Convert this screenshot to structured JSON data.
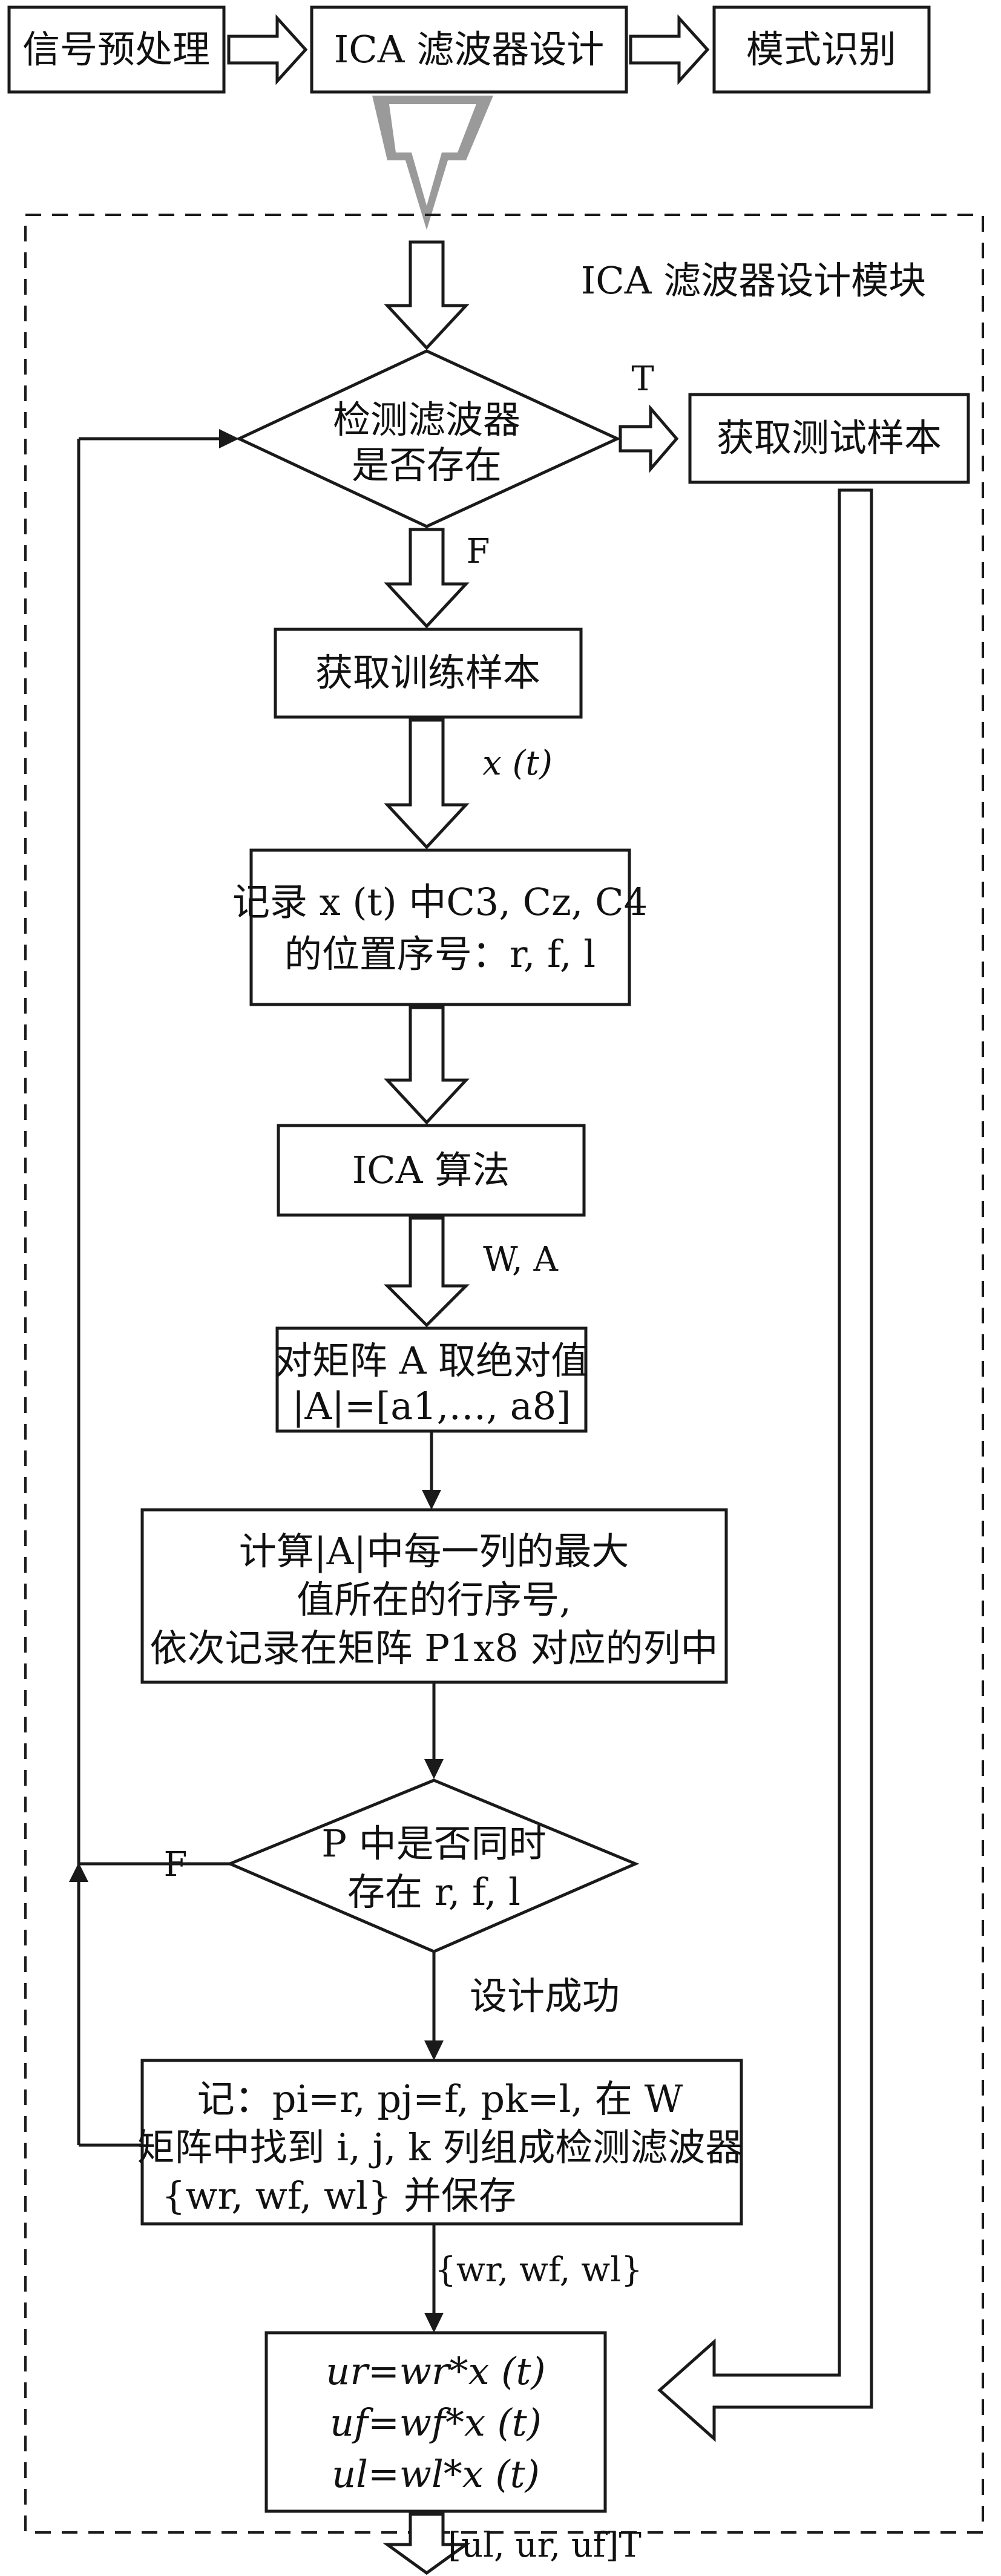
{
  "top_row": {
    "preprocess": "信号预处理",
    "ica_design": "ICA 滤波器设计",
    "pattern_recognition": "模式识别"
  },
  "module": {
    "title": "ICA 滤波器设计模块",
    "detect_filter_line1": "检测滤波器",
    "detect_filter_line2": "是否存在",
    "label_T": "T",
    "label_F_first": "F",
    "get_test_sample": "获取测试样本",
    "get_train_sample": "获取训练样本",
    "label_xt": "x (t)",
    "record_line1": "记录 x (t) 中C3, Cz, C4",
    "record_line2": "的位置序号：r, f, l",
    "ica_algorithm": "ICA 算法",
    "label_WA": "W, A",
    "abs_line1": "对矩阵 A 取绝对值",
    "abs_line2": "|A|=[a1,…, a8]",
    "compute_line1": "计算|A|中每一列的最大",
    "compute_line2": "值所在的行序号,",
    "compute_line3": "依次记录在矩阵 P1x8 对应的列中",
    "check_line1": "P 中是否同时",
    "check_line2": "存在 r, f, l",
    "label_F_second": "F",
    "design_success": "设计成功",
    "save_line1": "记：pi=r, pj=f, pk=l, 在 W",
    "save_line2": "矩阵中找到 i, j, k 列组成检测滤波器",
    "save_line3": "{wr, wf, wl} 并保存",
    "label_w": "{wr, wf, wl}",
    "output_line1": "ur=wr*x (t)",
    "output_line2": "uf=wf*x (t)",
    "output_line3": "ul=wl*x (t)"
  },
  "final_output": "[ul, ur, uf]T"
}
